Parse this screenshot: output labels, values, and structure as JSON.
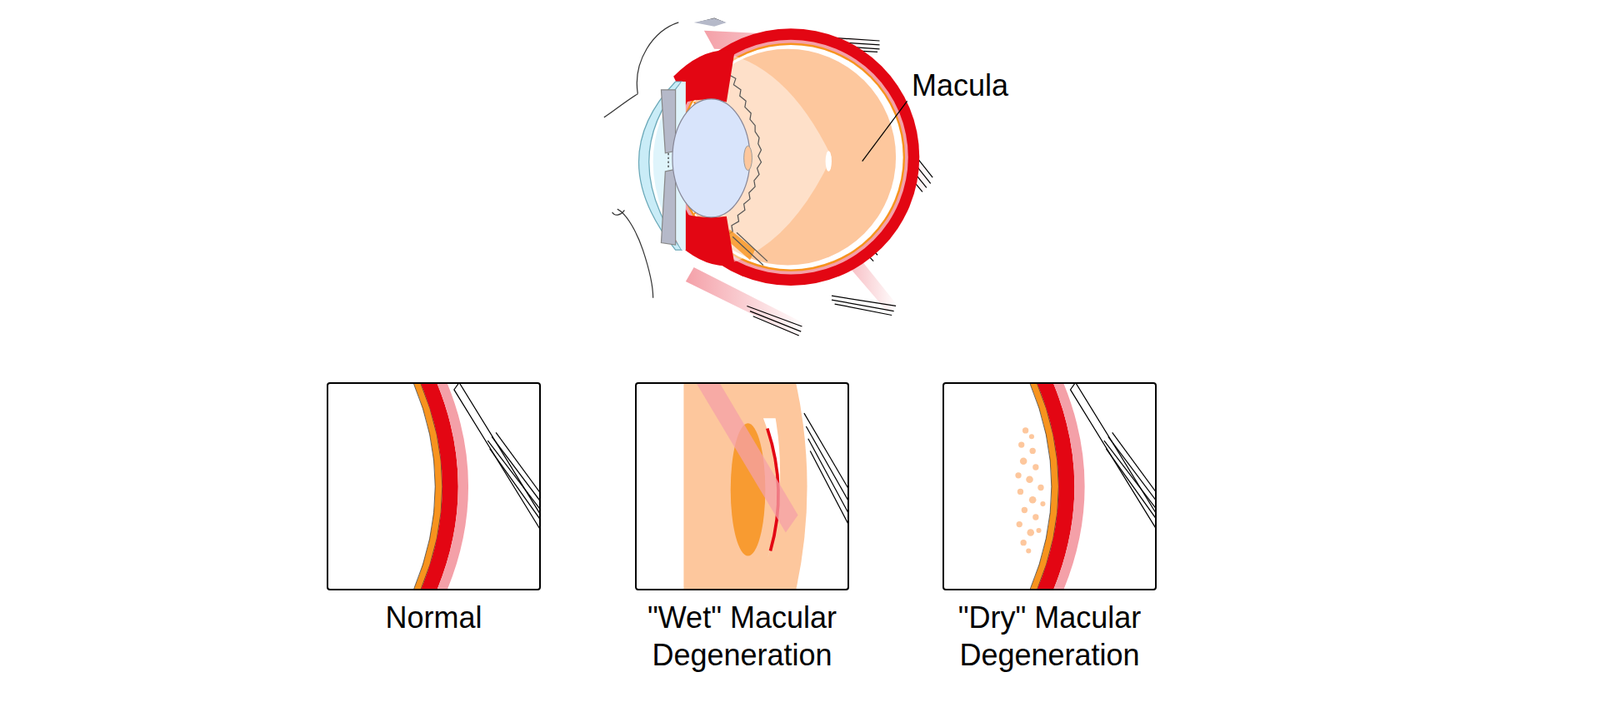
{
  "diagram": {
    "nodes": [
      {
        "text": [
          "Normal"
        ]
      },
      {
        "text": [
          "\"Wet\" Macular Degeneration"
        ]
      },
      {
        "text": [
          "\"Dry\" Macular Degeneration"
        ]
      }
    ],
    "labels": [
      "Macula"
    ]
  }
}
